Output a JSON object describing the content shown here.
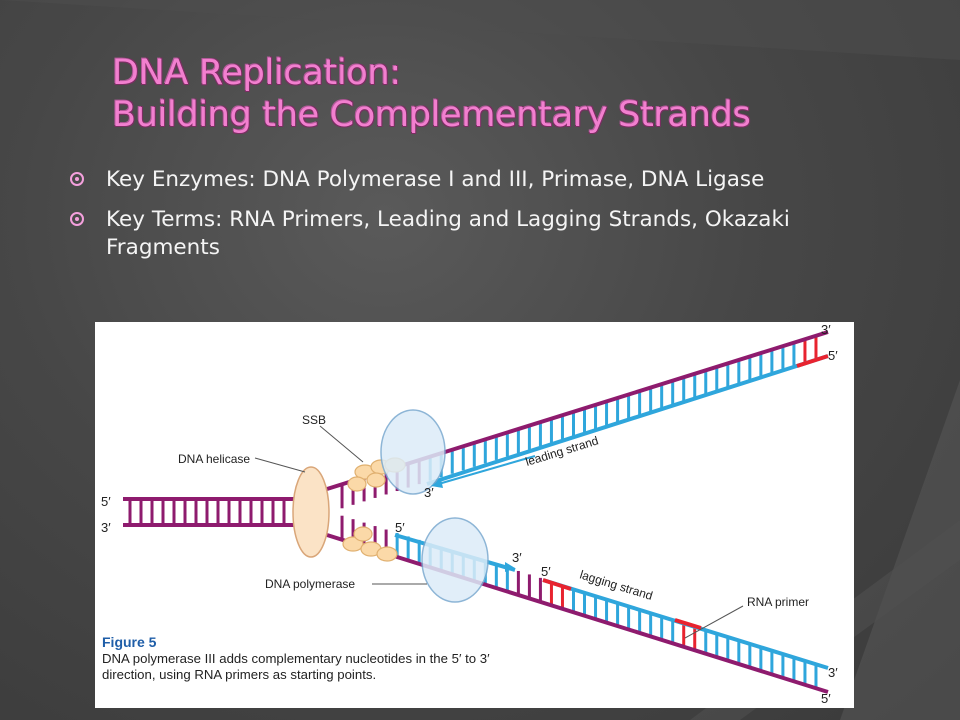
{
  "slide": {
    "title_line1": "DNA Replication:",
    "title_line2": "Building the Complementary Strands",
    "bullets": [
      "Key Enzymes: DNA Polymerase I and III, Primase, DNA Ligase",
      "Key Terms: RNA Primers, Leading and Lagging Strands, Okazaki Fragments"
    ]
  },
  "figure": {
    "labels": {
      "five_prime_left": "5′",
      "three_prime_left": "3′",
      "three_prime_top_right": "3′",
      "five_prime_top_right": "5′",
      "three_prime_bottom_right": "3′",
      "five_prime_bottom_right": "5′",
      "three_prime_leading": "3′",
      "five_prime_lagging_start": "5′",
      "three_prime_lagging": "3′",
      "five_prime_primer": "5′",
      "ssb": "SSB",
      "dna_helicase": "DNA helicase",
      "dna_polymerase": "DNA polymerase",
      "leading_strand": "leading strand",
      "lagging_strand": "lagging strand",
      "rna_primer": "RNA primer"
    },
    "caption_heading": "Figure 5",
    "caption_body": "DNA polymerase III adds complementary nucleotides in the 5′ to 3′ direction, using RNA primers as starting points."
  },
  "colors": {
    "title": "#f27fcf",
    "bullet_text": "#f4f4f4",
    "parent_strand": "#8e1b6e",
    "new_strand": "#2fa6dc",
    "rna_primer": "#e8232f",
    "caption_heading": "#1f5ea8"
  }
}
